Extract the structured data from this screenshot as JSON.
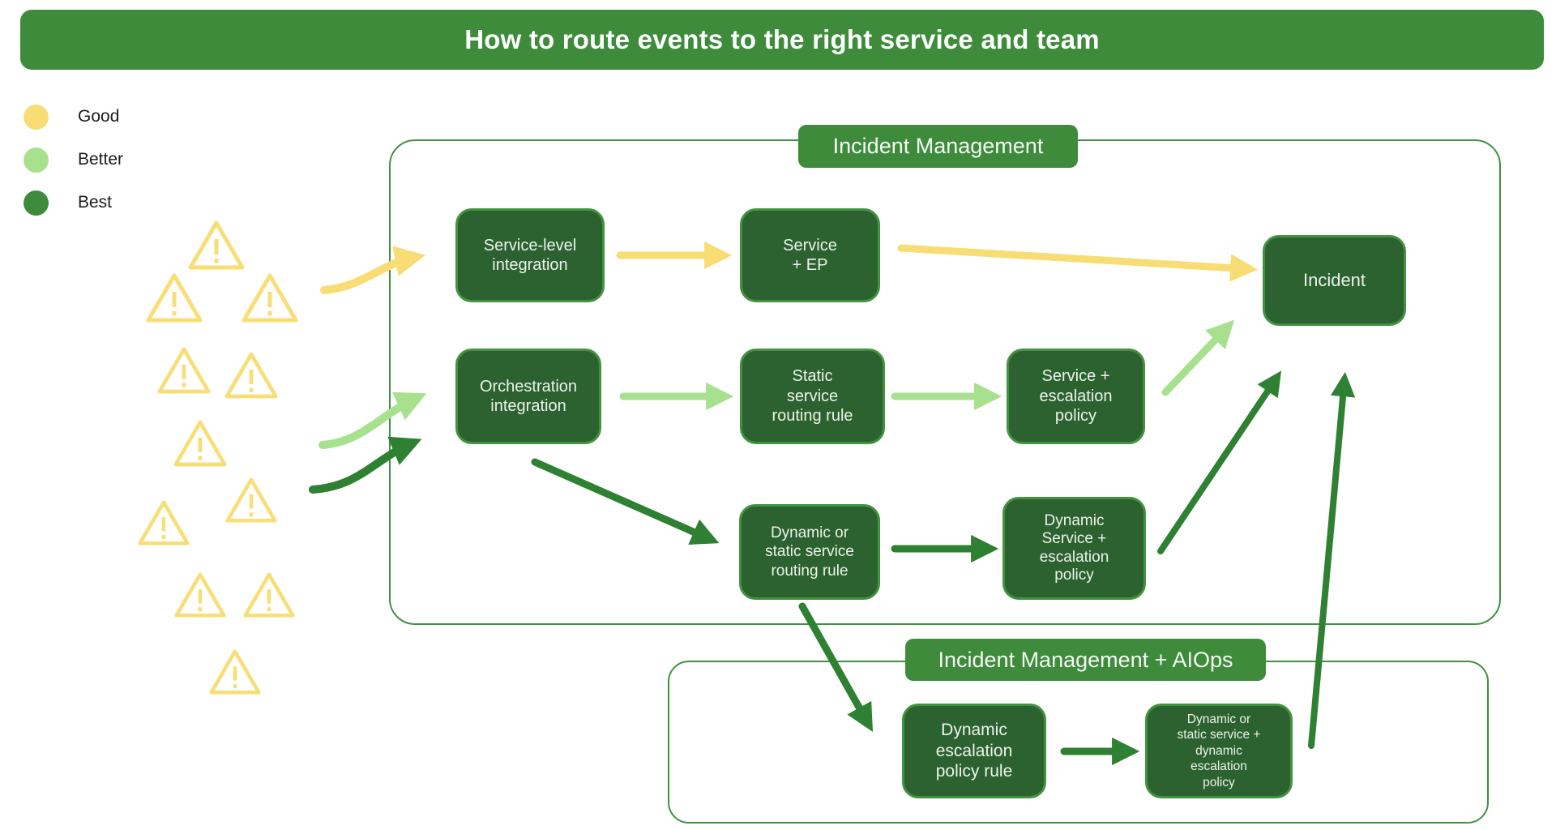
{
  "title": "How to route events to the right service and team",
  "legend": {
    "items": [
      {
        "label": "Good",
        "color": "#f7dd74"
      },
      {
        "label": "Better",
        "color": "#a8e18e"
      },
      {
        "label": "Best",
        "color": "#3e8b3c"
      }
    ]
  },
  "colors": {
    "banner_green": "#3e8b3c",
    "node_fill": "#2c622f",
    "node_border": "#43923f",
    "container_border": "#3f9140",
    "good_yellow": "#f7dd74",
    "better_light_green": "#a8e18e",
    "best_dark_green": "#2e8132",
    "alert_triangle_yellow": "#f8de76"
  },
  "alerts": {
    "icon": "warning-triangle-icon",
    "count": 11
  },
  "containers": [
    {
      "id": "incident_management",
      "label": "Incident Management"
    },
    {
      "id": "incident_management_aiops",
      "label": "Incident Management + AIOps"
    }
  ],
  "nodes": [
    {
      "id": "service_level_integration",
      "label": "Service-level\nintegration"
    },
    {
      "id": "service_ep",
      "label": "Service\n+ EP"
    },
    {
      "id": "orchestration_integration",
      "label": "Orchestration\nintegration"
    },
    {
      "id": "static_service_routing_rule",
      "label": "Static\nservice\nrouting rule"
    },
    {
      "id": "service_escalation_policy",
      "label": "Service +\nescalation\npolicy"
    },
    {
      "id": "dynamic_or_static_service_routing_rule",
      "label": "Dynamic or\nstatic service\nrouting rule"
    },
    {
      "id": "dynamic_service_escalation_policy",
      "label": "Dynamic\nService +\nescalation\npolicy"
    },
    {
      "id": "incident",
      "label": "Incident"
    },
    {
      "id": "dynamic_escalation_policy_rule",
      "label": "Dynamic\nescalation\npolicy rule"
    },
    {
      "id": "dynamic_or_static_service_dynamic_escalation_policy",
      "label": "Dynamic or\nstatic service +\ndynamic\nescalation\npolicy"
    }
  ],
  "edges": [
    {
      "from": "alerts",
      "to": "service_level_integration",
      "quality": "good"
    },
    {
      "from": "service_level_integration",
      "to": "service_ep",
      "quality": "good"
    },
    {
      "from": "service_ep",
      "to": "incident",
      "quality": "good"
    },
    {
      "from": "alerts",
      "to": "orchestration_integration",
      "quality": "better"
    },
    {
      "from": "alerts",
      "to": "orchestration_integration",
      "quality": "best"
    },
    {
      "from": "orchestration_integration",
      "to": "static_service_routing_rule",
      "quality": "better"
    },
    {
      "from": "static_service_routing_rule",
      "to": "service_escalation_policy",
      "quality": "better"
    },
    {
      "from": "service_escalation_policy",
      "to": "incident",
      "quality": "better"
    },
    {
      "from": "orchestration_integration",
      "to": "dynamic_or_static_service_routing_rule",
      "quality": "best"
    },
    {
      "from": "dynamic_or_static_service_routing_rule",
      "to": "dynamic_service_escalation_policy",
      "quality": "best"
    },
    {
      "from": "dynamic_service_escalation_policy",
      "to": "incident",
      "quality": "best"
    },
    {
      "from": "dynamic_or_static_service_routing_rule",
      "to": "dynamic_escalation_policy_rule",
      "quality": "best"
    },
    {
      "from": "dynamic_escalation_policy_rule",
      "to": "dynamic_or_static_service_dynamic_escalation_policy",
      "quality": "best"
    },
    {
      "from": "dynamic_or_static_service_dynamic_escalation_policy",
      "to": "incident",
      "quality": "best"
    }
  ]
}
